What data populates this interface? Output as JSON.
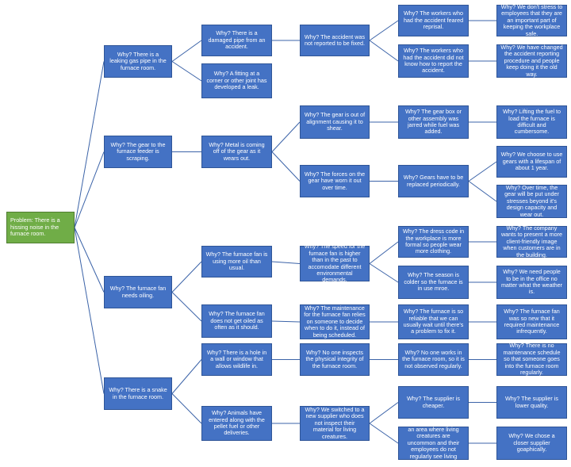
{
  "root": "Problem: There is a hissing noise in the furnace room.",
  "level1": [
    "Why? There is a leaking gas pipe in the furnace room.",
    "Why? The gear to the furnace feeder is scraping.",
    "Why? The furnace fan needs oiling.",
    "Why? There is a snake in the furnace room."
  ],
  "level2": [
    "Why? There is a damaged pipe from an accident.",
    "Why? A fitting at a corner or other joint has developed a leak.",
    "Why? Metal is coming off of the gear as it wears out.",
    "Why? The furnace fan is using more oil than usual.",
    "Why? The furnace fan does not get oiled as often as it should.",
    "Why? There is a hole in a wall or window that allows wildlife in.",
    "Why? Animals have entered along with the pellet fuel or other deliveries."
  ],
  "level3": [
    "Why? The accident was not reported to be fixed.",
    "Why? The gear is out of alignment causing it to shear.",
    "Why? The forces on the gear have worn it out over time.",
    "Why? The speed for the furnace fan is higher than in the past to accomodate different environmental demands.",
    "Why? The maintenance for the furnace fan relies on someone to decide when to do it, instead of being scheduled.",
    "Why? No one inspects the physical integrity of the furnace room.",
    "Why? We switched to a new supplier who does not inspect their material for living creatures."
  ],
  "level4": [
    "Why? The workers who had the accident feared reprisal.",
    "Why? The workers who had the accident did not know how to report the accident.",
    "Why? The gear box or other assembly was jarred while fuel was added.",
    "Why? Gears have to be replaced periodically.",
    "Why? The dress code in the workplace is more formal so people wear more clothing.",
    "Why? The season is colder so the furnace is in use mroe.",
    "Why? The furnace is so reliable that we can usually wait until there's a problem to fix it.",
    "Why? No one works in the furnace room, so it is not observed regularly.",
    "Why? The supplier is cheaper.",
    "Why? The supplier is in an area where living creatures are uncommon and their employees do not regularly see living creatures."
  ],
  "level5": [
    "Why? We don't stress to employees that they are an important part of keeping the workplace safe.",
    "Why? We have changed the accident reporting procedure and people keep doing it the old way.",
    "Why? Lifting the fuel to load the furnace is difficult and cumbersome.",
    "Why? We choose to use gears with a lifespan of about 1 year.",
    "Why? Over time, the gear will be put under stresses beyond it's design capacity and wear out.",
    "Why? The company wants to present a more client-friendly image when customers are in the building.",
    "Why? We need people to be in the office no matter what the weather is.",
    "Why? The furnace fan was so new that it required maintenance infrequently.",
    "Why? There is no maintenance schedule so that someone goes into the furnace room regularly.",
    "Why? The supplier is lower quality.",
    "Why? We chose a closer supplier goaphically."
  ]
}
